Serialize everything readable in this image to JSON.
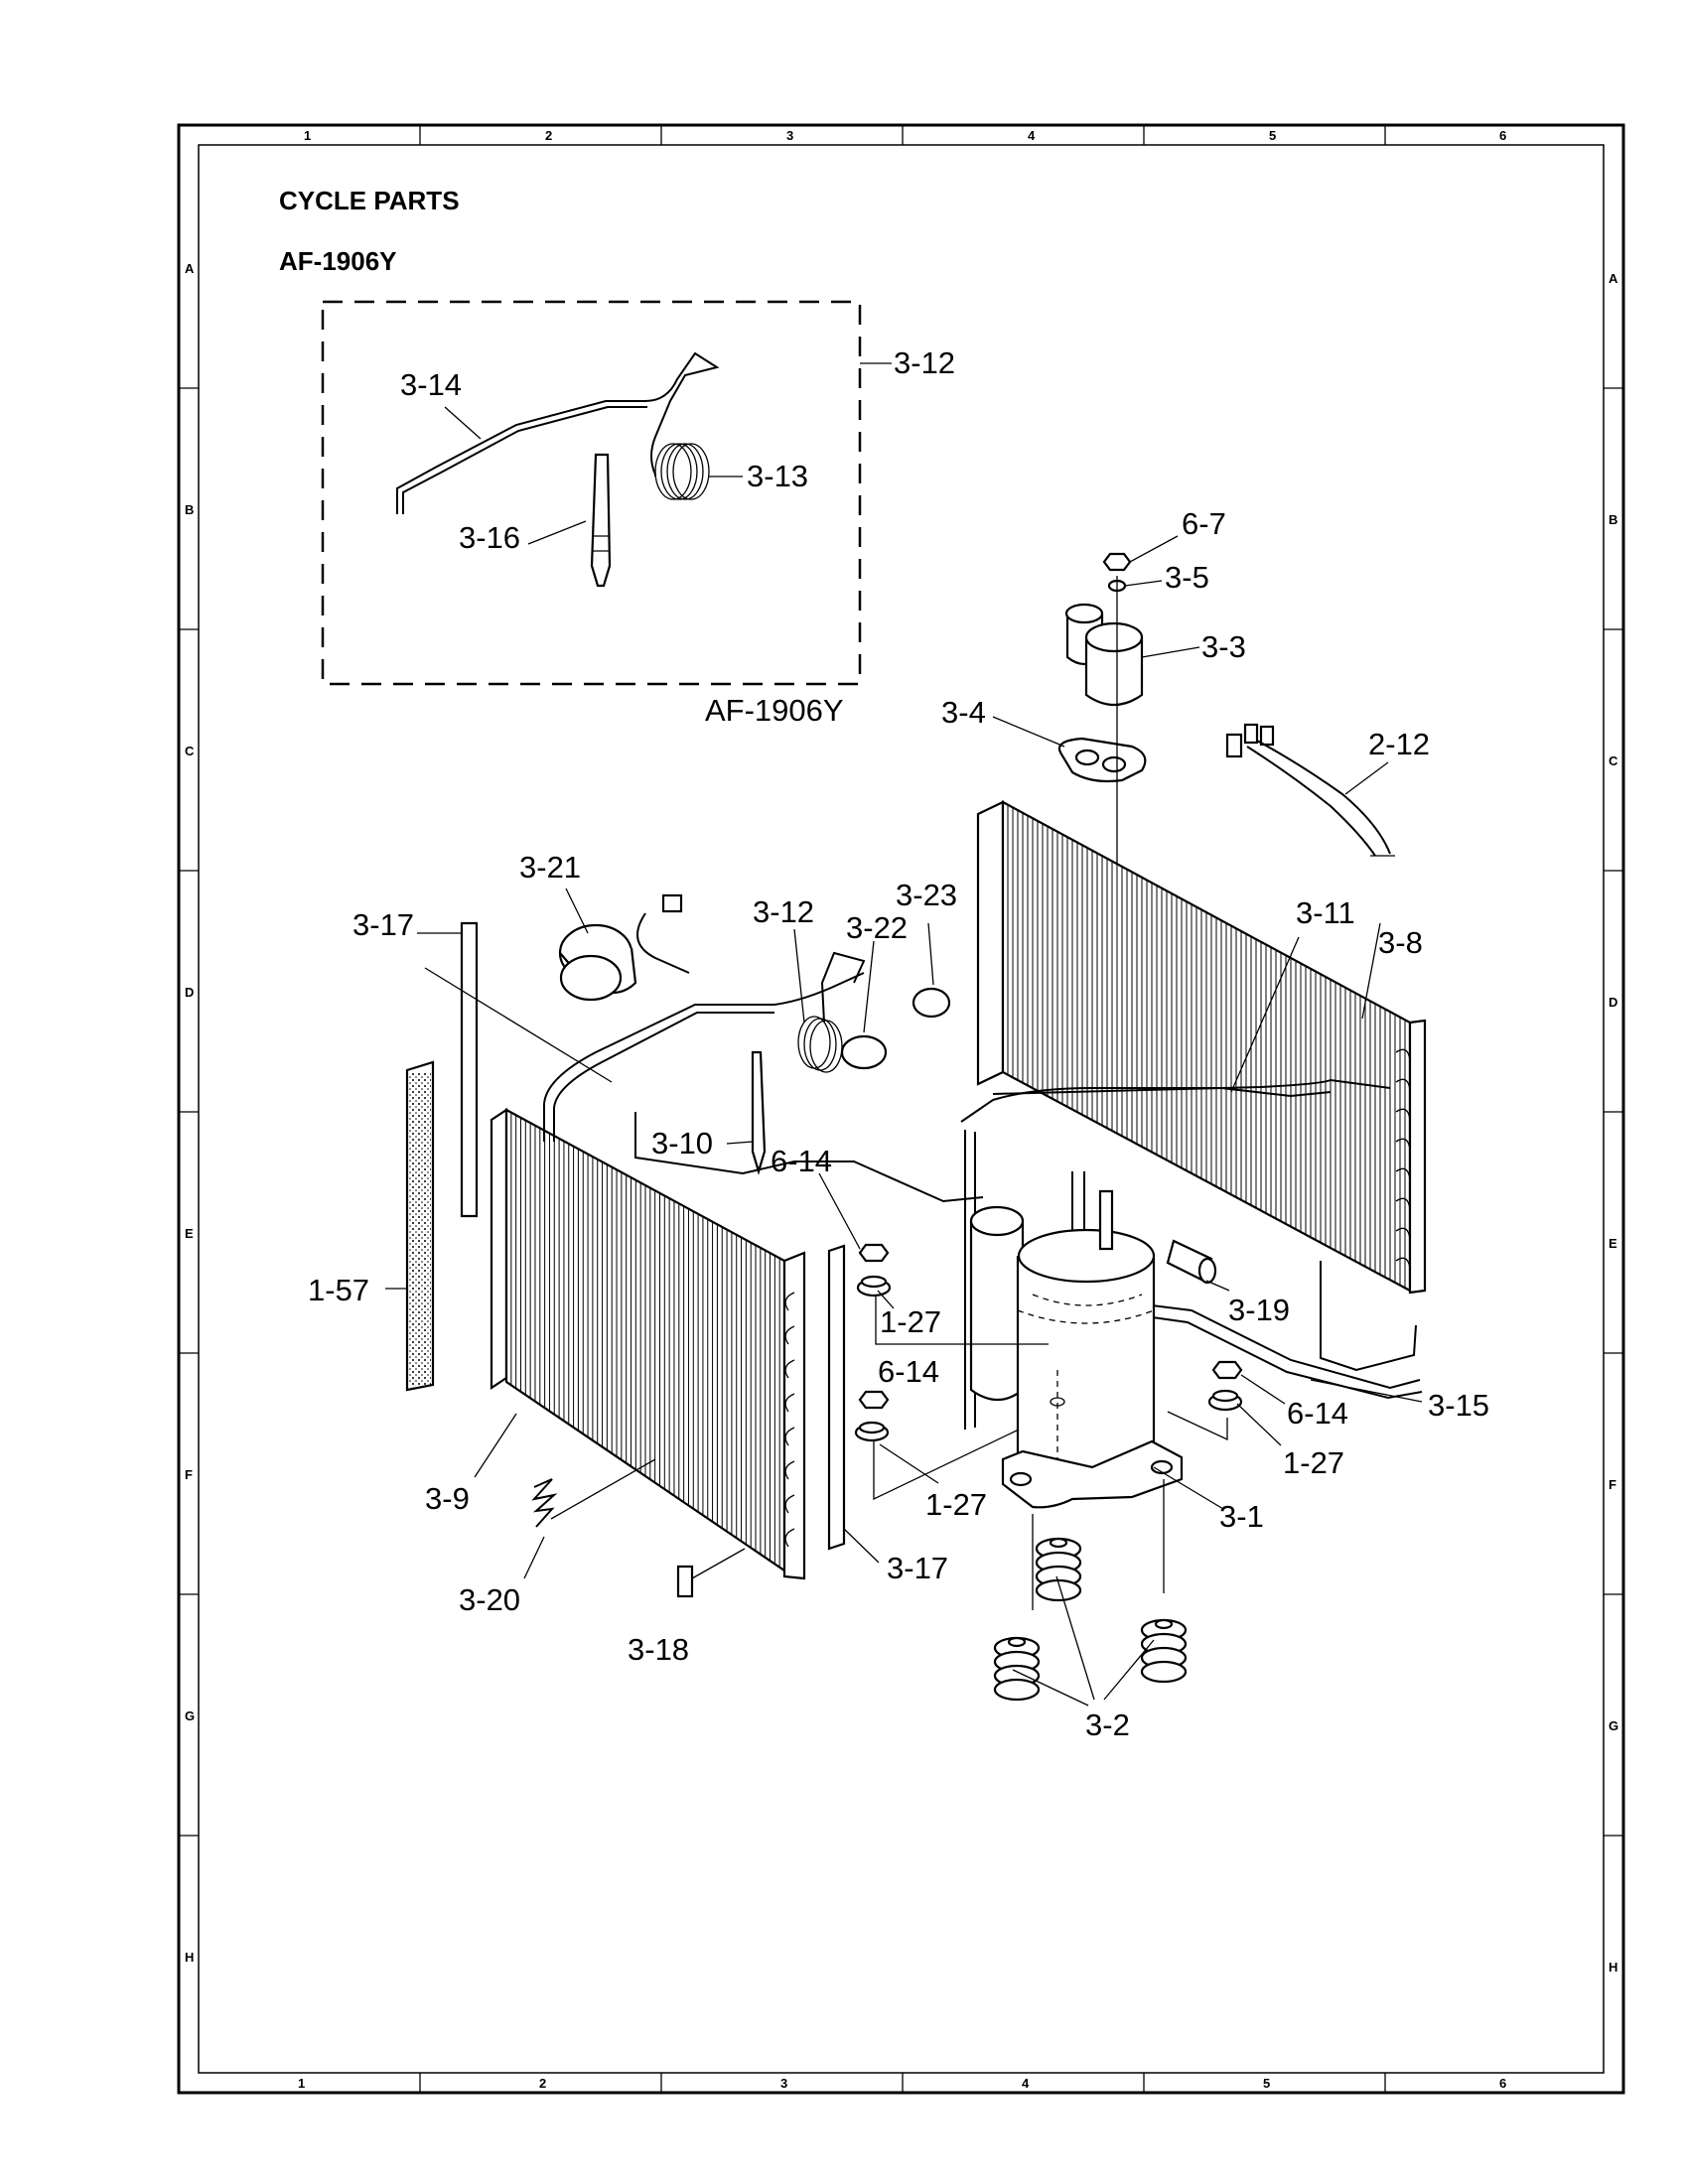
{
  "title": "CYCLE PARTS",
  "model": "AF-1906Y",
  "inset_caption": "AF-1906Y",
  "grid": {
    "columns": [
      "1",
      "2",
      "3",
      "4",
      "5",
      "6"
    ],
    "rows": [
      "A",
      "B",
      "C",
      "D",
      "E",
      "F",
      "G",
      "H"
    ]
  },
  "labels": {
    "p_3_12_inset": "3-12",
    "p_3_14": "3-14",
    "p_3_13": "3-13",
    "p_3_16": "3-16",
    "p_6_7": "6-7",
    "p_3_5": "3-5",
    "p_3_3": "3-3",
    "p_3_4": "3-4",
    "p_2_12": "2-12",
    "p_3_21": "3-21",
    "p_3_12": "3-12",
    "p_3_22": "3-22",
    "p_3_23": "3-23",
    "p_3_11": "3-11",
    "p_3_8": "3-8",
    "p_3_17_top": "3-17",
    "p_3_10": "3-10",
    "p_6_14_a": "6-14",
    "p_1_57": "1-57",
    "p_1_27_a": "1-27",
    "p_3_19": "3-19",
    "p_6_14_b": "6-14",
    "p_6_14_c": "6-14",
    "p_3_15": "3-15",
    "p_1_27_b": "1-27",
    "p_1_27_c": "1-27",
    "p_3_9": "3-9",
    "p_3_1": "3-1",
    "p_3_17_bottom": "3-17",
    "p_3_20": "3-20",
    "p_3_18": "3-18",
    "p_3_2": "3-2"
  }
}
